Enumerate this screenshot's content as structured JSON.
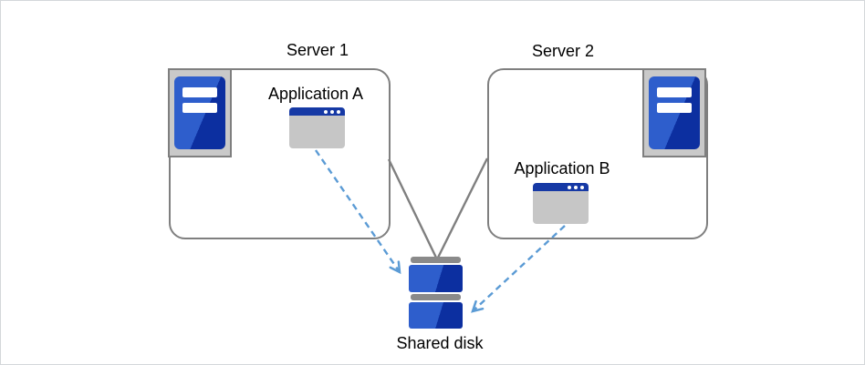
{
  "diagram": {
    "servers": [
      {
        "label": "Server 1",
        "application": {
          "label": "Application A"
        }
      },
      {
        "label": "Server 2",
        "application": {
          "label": "Application B"
        }
      }
    ],
    "shared_disk": {
      "label": "Shared disk"
    },
    "icons": [
      {
        "name": "server-tower-icon",
        "count": 2
      },
      {
        "name": "application-window-icon",
        "count": 2
      },
      {
        "name": "shared-disk-icon",
        "count": 1
      }
    ],
    "connections": [
      {
        "from": "Server 1",
        "to": "Shared disk",
        "style": "solid-gray"
      },
      {
        "from": "Server 2",
        "to": "Shared disk",
        "style": "solid-gray"
      },
      {
        "from": "Application A",
        "to": "Shared disk",
        "style": "dashed-blue-arrow"
      },
      {
        "from": "Application B",
        "to": "Shared disk",
        "style": "dashed-blue-arrow"
      }
    ],
    "colors": {
      "box_border": "#7f7f7f",
      "connector_gray": "#7f7f7f",
      "arrow_blue": "#5b9bd5",
      "icon_blue_light": "#2e5ecc",
      "icon_blue_dark": "#0c2fa0",
      "titlebar_blue": "#1639a5",
      "app_body_gray": "#c6c6c6",
      "disk_bar_gray": "#8a8a8a",
      "icon_frame_gray": "#c9c9c9",
      "label_color": "#000000"
    }
  }
}
